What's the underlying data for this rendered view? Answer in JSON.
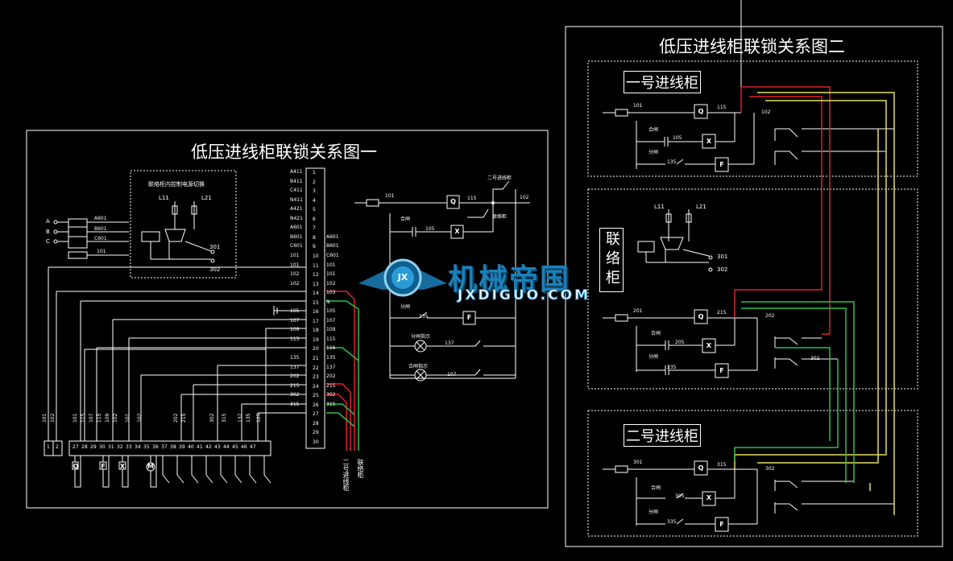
{
  "diagram1": {
    "title": "低压进线柜联锁关系图一",
    "inner_box_title": "联络柜内控制电源切换",
    "supply_labels": [
      "L11",
      "L21"
    ],
    "supply_out": [
      "301",
      "302"
    ],
    "phase_labels": [
      "A",
      "B",
      "C"
    ],
    "phase_wires": [
      "A601",
      "B601",
      "C601",
      "101"
    ],
    "terminal_left_labels": [
      "A411",
      "B411",
      "C411",
      "N411",
      "A421",
      "N421",
      "A601",
      "B601",
      "C601",
      "101",
      "101",
      "102",
      "102",
      "",
      "",
      "105",
      "107",
      "109",
      "115",
      "",
      "135",
      "137",
      "202",
      "215",
      "302",
      "315",
      "",
      "",
      ""
    ],
    "terminal_numbers": [
      "1",
      "2",
      "3",
      "4",
      "5",
      "6",
      "7",
      "8",
      "9",
      "10",
      "11",
      "12",
      "13",
      "14",
      "15",
      "16",
      "17",
      "18",
      "19",
      "20",
      "21",
      "22",
      "23",
      "24",
      "25",
      "26",
      "27",
      "28",
      "29",
      "30"
    ],
    "terminal_right_labels": [
      "",
      "",
      "",
      "",
      "",
      "",
      "",
      "A601",
      "B601",
      "C601",
      "101",
      "101",
      "102",
      "103",
      "N",
      "105",
      "107",
      "109",
      "115",
      "116",
      "135",
      "137",
      "202",
      "215",
      "302",
      "315",
      "",
      "",
      ""
    ],
    "bottom_terminals": [
      "1",
      "2",
      "27",
      "28",
      "29",
      "30",
      "31",
      "32",
      "33",
      "34",
      "35",
      "36",
      "37",
      "38",
      "39",
      "40",
      "41",
      "42",
      "43",
      "44",
      "45",
      "46",
      "47"
    ],
    "bottom_wire_labels": [
      "101",
      "102",
      "101",
      "115",
      "107",
      "115",
      "109",
      "102",
      "101",
      "102",
      "202",
      "215",
      "302",
      "315",
      "137",
      "135",
      "105"
    ],
    "bottom_devices": [
      "Q",
      "F",
      "X",
      "M"
    ],
    "side_vertical_labels": [
      "二号进线柜",
      "联络柜"
    ],
    "circuit": {
      "top_label": "二号进线柜",
      "wire_labels": [
        "101",
        "115",
        "102",
        "105",
        "135",
        "137",
        "107"
      ],
      "coil_labels": [
        "Q",
        "X",
        "F"
      ],
      "switch_labels": [
        "合闸",
        "分闸",
        "分闸指示",
        "合闸指示",
        "联络柜"
      ]
    }
  },
  "diagram2": {
    "title": "低压进线柜联锁关系图二",
    "section1": {
      "title": "一号进线柜",
      "wires": [
        "101",
        "115",
        "102",
        "105",
        "135"
      ],
      "coils": [
        "Q",
        "X",
        "F"
      ],
      "switches": [
        "合闸",
        "分闸"
      ]
    },
    "section2": {
      "title": "联络柜",
      "supply_labels": [
        "L11",
        "L21"
      ],
      "supply_out": [
        "301",
        "302"
      ],
      "wires": [
        "201",
        "215",
        "202",
        "205",
        "235",
        "302"
      ],
      "coils": [
        "Q",
        "X",
        "F"
      ],
      "switches": [
        "合闸",
        "分闸"
      ]
    },
    "section3": {
      "title": "二号进线柜",
      "wires": [
        "301",
        "315",
        "302",
        "305",
        "335"
      ],
      "coils": [
        "Q",
        "X",
        "F"
      ],
      "switches": [
        "合闸",
        "分闸"
      ]
    }
  },
  "watermark": {
    "main": "机械帝国",
    "sub": "JXDIGUO.COM",
    "logo_text": "JX"
  },
  "colors": {
    "background": "#000000",
    "line": "#ffffff",
    "red": "#e0202a",
    "green": "#27c24c",
    "yellow": "#e6e05a",
    "watermark_blue": "#1c7fb8"
  }
}
